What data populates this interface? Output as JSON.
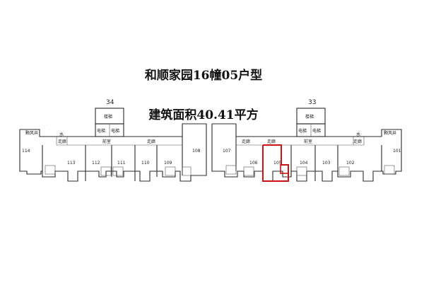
{
  "header": {
    "title": "和顺家园16幢05户型",
    "area": "建筑面积40.41平方"
  },
  "building_numbers": [
    "34",
    "33"
  ],
  "labels": {
    "stair": "楼梯",
    "elevator": "电梯",
    "corridor": "走廊",
    "front_room": "前室",
    "water": "水",
    "fire_cabinet": "颗风井"
  },
  "rooms": {
    "left": [
      "114",
      "113",
      "112",
      "111",
      "110",
      "109",
      "108"
    ],
    "right": [
      "107",
      "106",
      "105",
      "104",
      "103",
      "102",
      "101"
    ]
  },
  "highlighted_room": "105",
  "colors": {
    "highlight": "#cc1111",
    "line": "#2a2a2a"
  }
}
